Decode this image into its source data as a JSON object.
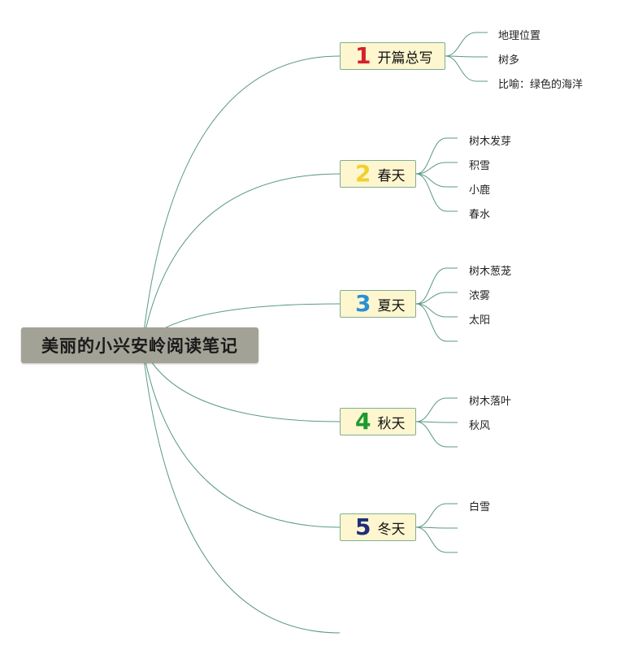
{
  "root": {
    "title": "美丽的小兴安岭阅读笔记"
  },
  "branches": [
    {
      "num": "1",
      "label": "开篇总写",
      "num_color": "#d6202a",
      "leaves": [
        "地理位置",
        "树多",
        "比喻：绿色的海洋"
      ]
    },
    {
      "num": "2",
      "label": "春天",
      "num_color": "#f2cf2f",
      "leaves": [
        "树木发芽",
        "积雪",
        "小鹿",
        "春水"
      ]
    },
    {
      "num": "3",
      "label": "夏天",
      "num_color": "#2a8fd6",
      "leaves": [
        "树木葱茏",
        "浓雾",
        "太阳",
        ""
      ]
    },
    {
      "num": "4",
      "label": "秋天",
      "num_color": "#1c9a2e",
      "leaves": [
        "树木落叶",
        "秋风",
        ""
      ]
    },
    {
      "num": "5",
      "label": "冬天",
      "num_color": "#1f2d7a",
      "leaves": [
        "白雪",
        "",
        ""
      ]
    }
  ],
  "colors": {
    "line": "#5a9a80"
  }
}
